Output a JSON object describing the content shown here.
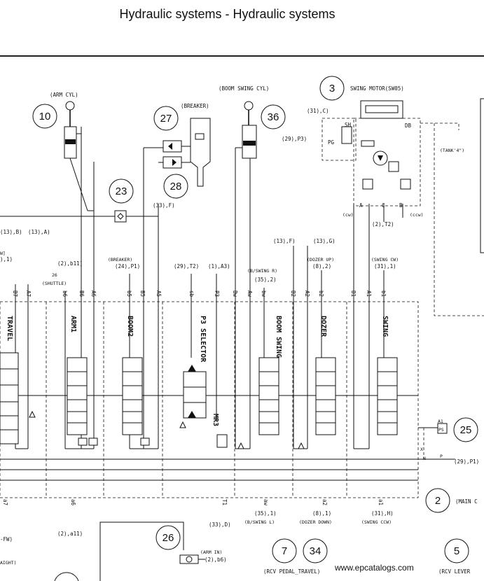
{
  "header": {
    "title": "Hydraulic systems - Hydraulic systems"
  },
  "diagram": {
    "components": [
      {
        "num": "3",
        "label": "SWING MOTOR(SW05)"
      },
      {
        "num": "10",
        "label": "(ARM CYL)"
      },
      {
        "num": "23",
        "label": ""
      },
      {
        "num": "25",
        "label": ""
      },
      {
        "num": "26",
        "label": ""
      },
      {
        "num": "27",
        "label": "(BREAKER)"
      },
      {
        "num": "28",
        "label": ""
      },
      {
        "num": "36",
        "label": "(BOOM SWING CYL)"
      },
      {
        "num": "2",
        "label": "(MAIN C"
      },
      {
        "num": "7",
        "label": "(RCV PEDAL_TRAVEL)"
      },
      {
        "num": "34",
        "label": ""
      },
      {
        "num": "5",
        "label": "(RCV LEVER"
      }
    ],
    "sections": [
      "TRAVEL",
      "ARM1",
      "BOOM2",
      "P3 SELECTOR",
      "BOOM SWING",
      "DOZER",
      "SWING"
    ],
    "valve_labels": [
      "MR3"
    ],
    "ports_top": [
      "B7",
      "A7",
      "b6",
      "B6",
      "A6",
      "b5",
      "B5",
      "A5",
      "sb",
      "P3",
      "Bw",
      "Aw",
      "bw",
      "B2",
      "A2",
      "b2",
      "B1",
      "A1",
      "b1"
    ],
    "ports_bottom": [
      "a7",
      "a6",
      "T1",
      "aw",
      "a2",
      "a1"
    ],
    "refs": {
      "r13b": "(13),B)",
      "r13a": "(13),A)",
      "rw": "W]",
      "r1": "),1)",
      "r2b11": "(2),b11)",
      "r26": "26",
      "shuttle": "(SHUTTLE)",
      "breaker_lbl": "(BREAKER)",
      "r24p1": "(24),P1)",
      "r29t2": "(29),T2)",
      "r1a3": "(1),A3)",
      "bswing_r": "(B/SWING R)",
      "r35_2": "(35),2)",
      "r13f": "(13),F)",
      "r13g": "(13),G)",
      "dozer_up": "(DOZER UP)",
      "r8_2": "(8),2)",
      "swing_cw": "(SWING CW)",
      "r31_1": "(31),1)",
      "r31c": "(31),C)",
      "r29p3": "(29),P3)",
      "sh": "SH",
      "pg": "PG",
      "db": "DB",
      "tank": "(TANK'4\")",
      "cw": "(cw)",
      "ccw": "(ccw)",
      "r2t2": "(2),T2)",
      "port_a": "A",
      "port_c": "C",
      "port_b": "B",
      "r33f": "(33),F)",
      "a1ps": "A1",
      "ps": "PS",
      "px": "X",
      "pn": "N",
      "pp": "P",
      "r29p1": "(29),P1)",
      "r2a11": "(2),a11)",
      "fw": "-FW)",
      "r33d": "(33),D)",
      "bswing_l": "(B/SWING L)",
      "r35_1": "(35),1)",
      "dozer_down": "(DOZER DOWN)",
      "r8_1": "(8),1)",
      "swing_ccw": "(SWING CCW)",
      "r31h": "(31),H)",
      "arm_in": "(ARM IN)",
      "r2b6": "(2),b6)",
      "aight": "AIGHT)",
      "r_left1": "),1)"
    },
    "watermark": "www.epcatalogs.com"
  }
}
